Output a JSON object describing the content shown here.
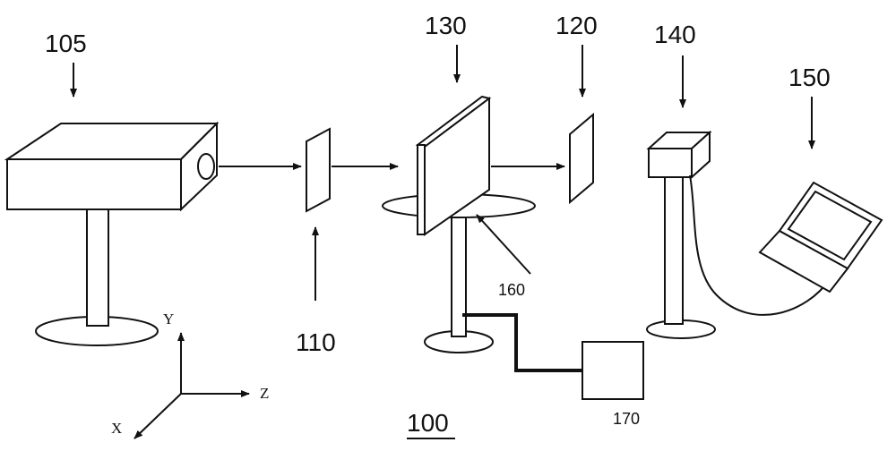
{
  "labels": {
    "projector": "105",
    "first_plate": "110",
    "second_plate": "120",
    "sample_panel": "130",
    "camera": "140",
    "computer": "150",
    "rotation_stage": "160",
    "controller": "170",
    "system": "100"
  },
  "axes": {
    "x": "X",
    "y": "Y",
    "z": "Z"
  }
}
